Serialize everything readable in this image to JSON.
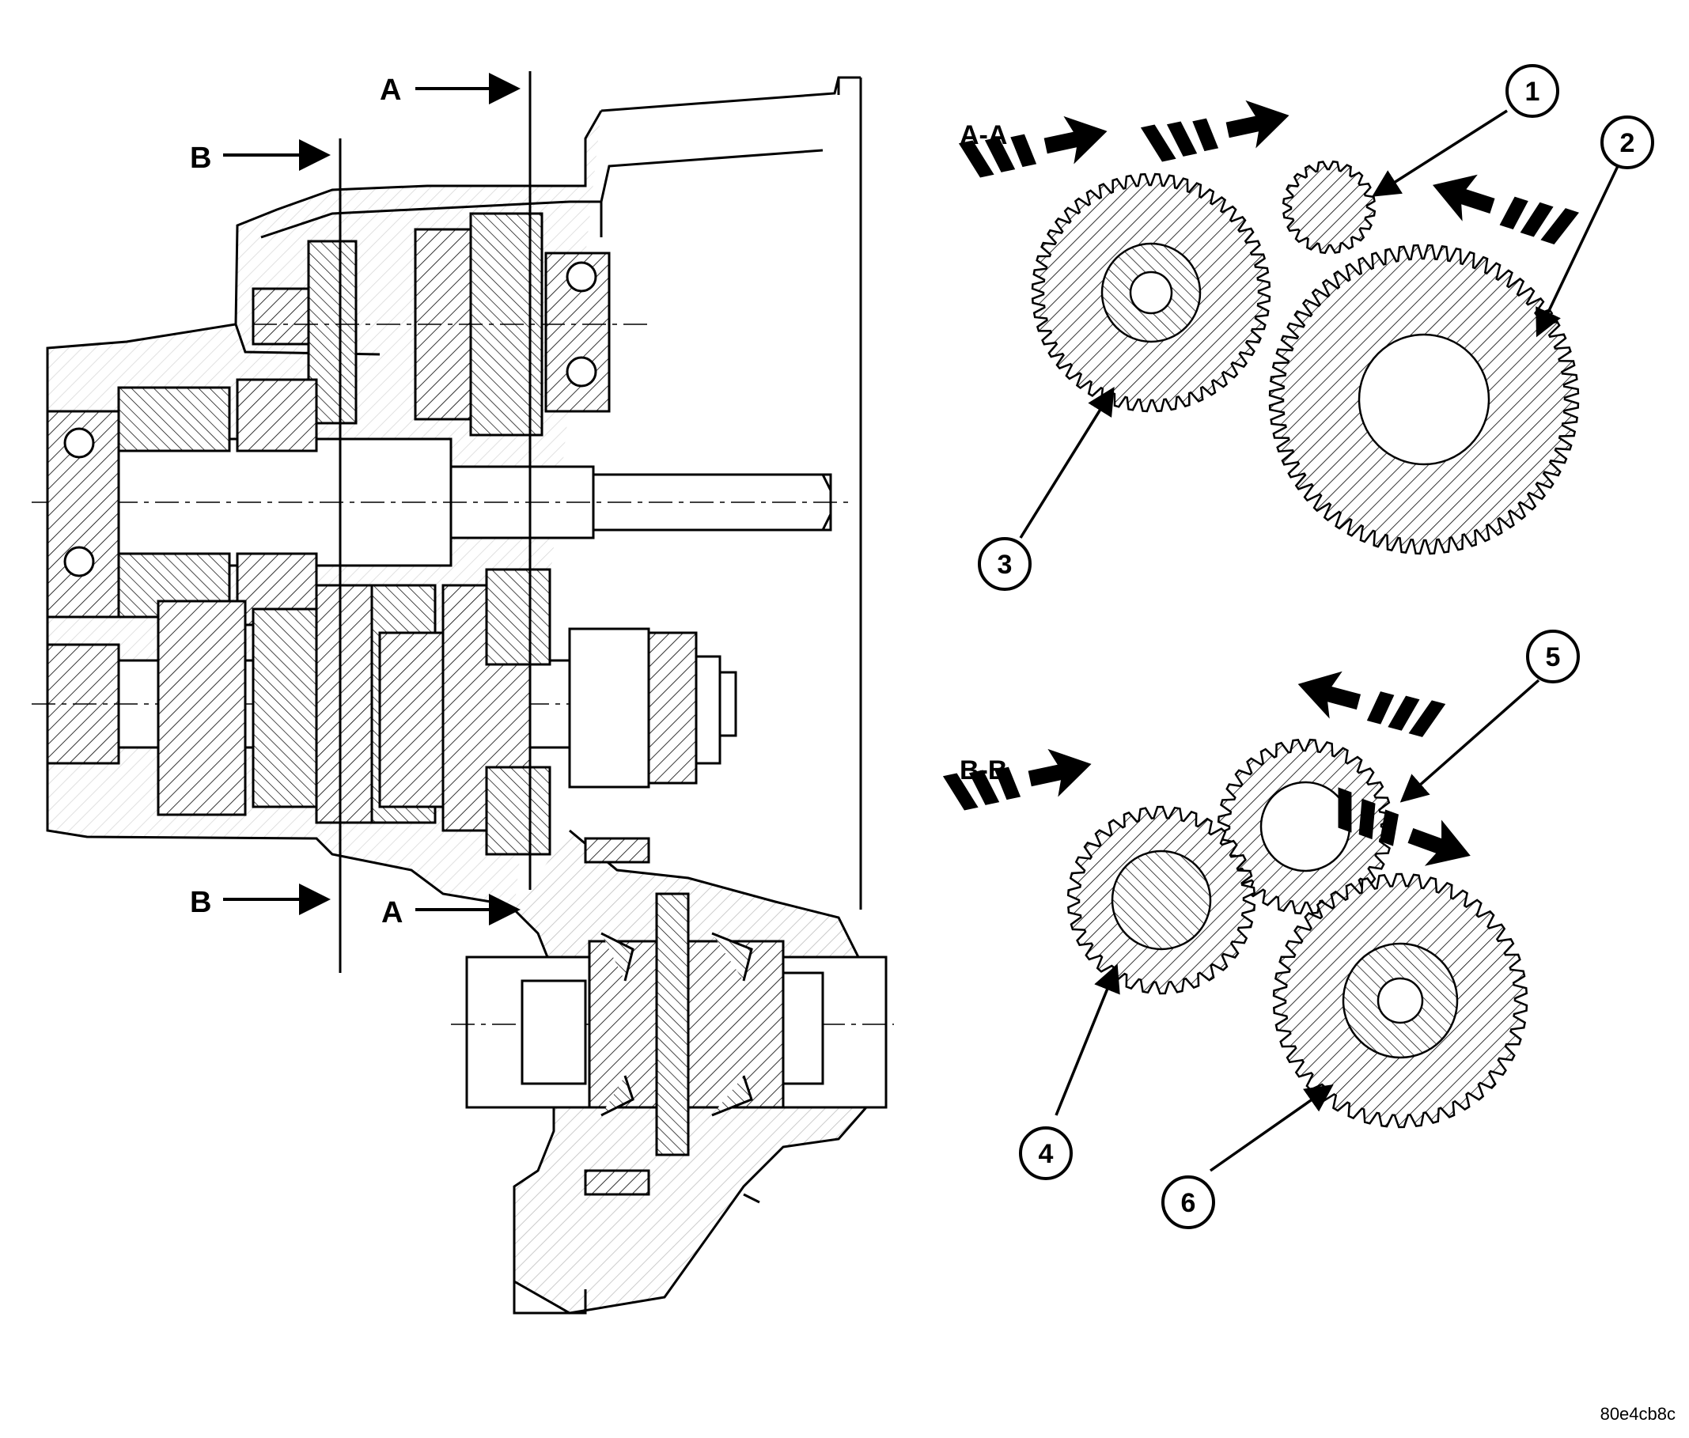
{
  "cut_markers": {
    "a_top": "A",
    "b_top": "B",
    "b_bottom": "B",
    "a_bottom": "A"
  },
  "sections": [
    {
      "label": "A-A",
      "gear_callouts": [
        "1",
        "2",
        "3"
      ]
    },
    {
      "label": "B-B",
      "gear_callouts": [
        "4",
        "5",
        "6"
      ]
    }
  ],
  "callouts": [
    "1",
    "2",
    "3",
    "4",
    "5",
    "6"
  ],
  "image_code": "80e4cb8c",
  "colors": {
    "ink": "#000000",
    "paper": "#ffffff"
  },
  "icons": [
    "rotation-arrow-icon",
    "gear-icon",
    "leader-arrow-icon"
  ]
}
